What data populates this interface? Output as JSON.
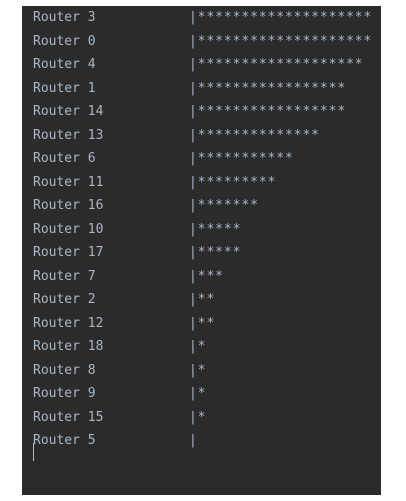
{
  "console": {
    "rows": [
      {
        "label": "Router 3",
        "bar": "|********************"
      },
      {
        "label": "Router 0",
        "bar": "|********************"
      },
      {
        "label": "Router 4",
        "bar": "|*******************"
      },
      {
        "label": "Router 1",
        "bar": "|*****************"
      },
      {
        "label": "Router 14",
        "bar": "|*****************"
      },
      {
        "label": "Router 13",
        "bar": "|**************"
      },
      {
        "label": "Router 6",
        "bar": "|***********"
      },
      {
        "label": "Router 11",
        "bar": "|*********"
      },
      {
        "label": "Router 16",
        "bar": "|*******"
      },
      {
        "label": "Router 10",
        "bar": "|*****"
      },
      {
        "label": "Router 17",
        "bar": "|*****"
      },
      {
        "label": "Router 7",
        "bar": "|***"
      },
      {
        "label": "Router 2",
        "bar": "|**"
      },
      {
        "label": "Router 12",
        "bar": "|**"
      },
      {
        "label": "Router 18",
        "bar": "|*"
      },
      {
        "label": "Router 8",
        "bar": "|*"
      },
      {
        "label": "Router 9",
        "bar": "|*"
      },
      {
        "label": "Router 15",
        "bar": "|*"
      },
      {
        "label": "Router 5",
        "bar": "|"
      }
    ]
  },
  "colors": {
    "background": "#2b2b2b",
    "text": "#a9b7c6"
  }
}
